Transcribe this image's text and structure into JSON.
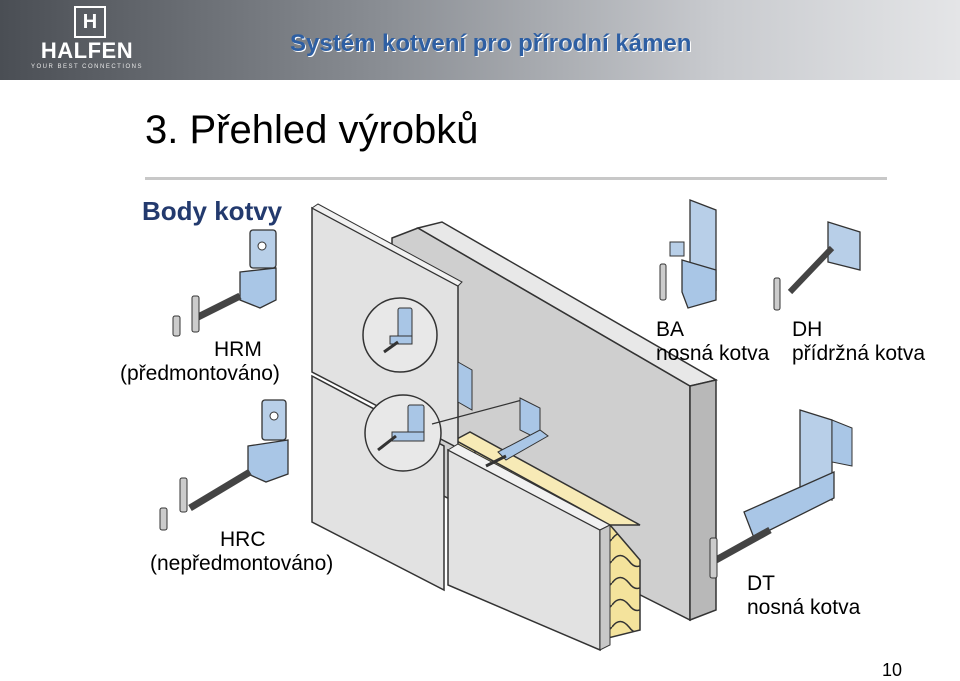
{
  "header": {
    "logo_name": "HALFEN",
    "logo_mark": "H",
    "logo_tagline": "YOUR BEST CONNECTIONS",
    "title": "Systém kotvení pro přírodní kámen"
  },
  "slide": {
    "title": "3. Přehled výrobků",
    "section_heading": "Body kotvy",
    "page_number": "10"
  },
  "products": {
    "hrm": {
      "code": "HRM",
      "note": "(předmontováno)"
    },
    "hrc": {
      "code": "HRC",
      "note": "(nepředmontováno)"
    },
    "ba": {
      "code": "BA",
      "name": "nosná kotva"
    },
    "dh": {
      "code": "DH",
      "name": "přídržná kotva"
    },
    "dt": {
      "code": "DT",
      "name": "nosná kotva"
    }
  },
  "colors": {
    "title_blue": "#2e5fa3",
    "heading_navy": "#233a6e",
    "stone_gray": "#e2e2e2",
    "wall_gray": "#cfcfcf",
    "insulation_yellow": "#f4e39c",
    "anchor_blue": "#a9c6e6"
  }
}
